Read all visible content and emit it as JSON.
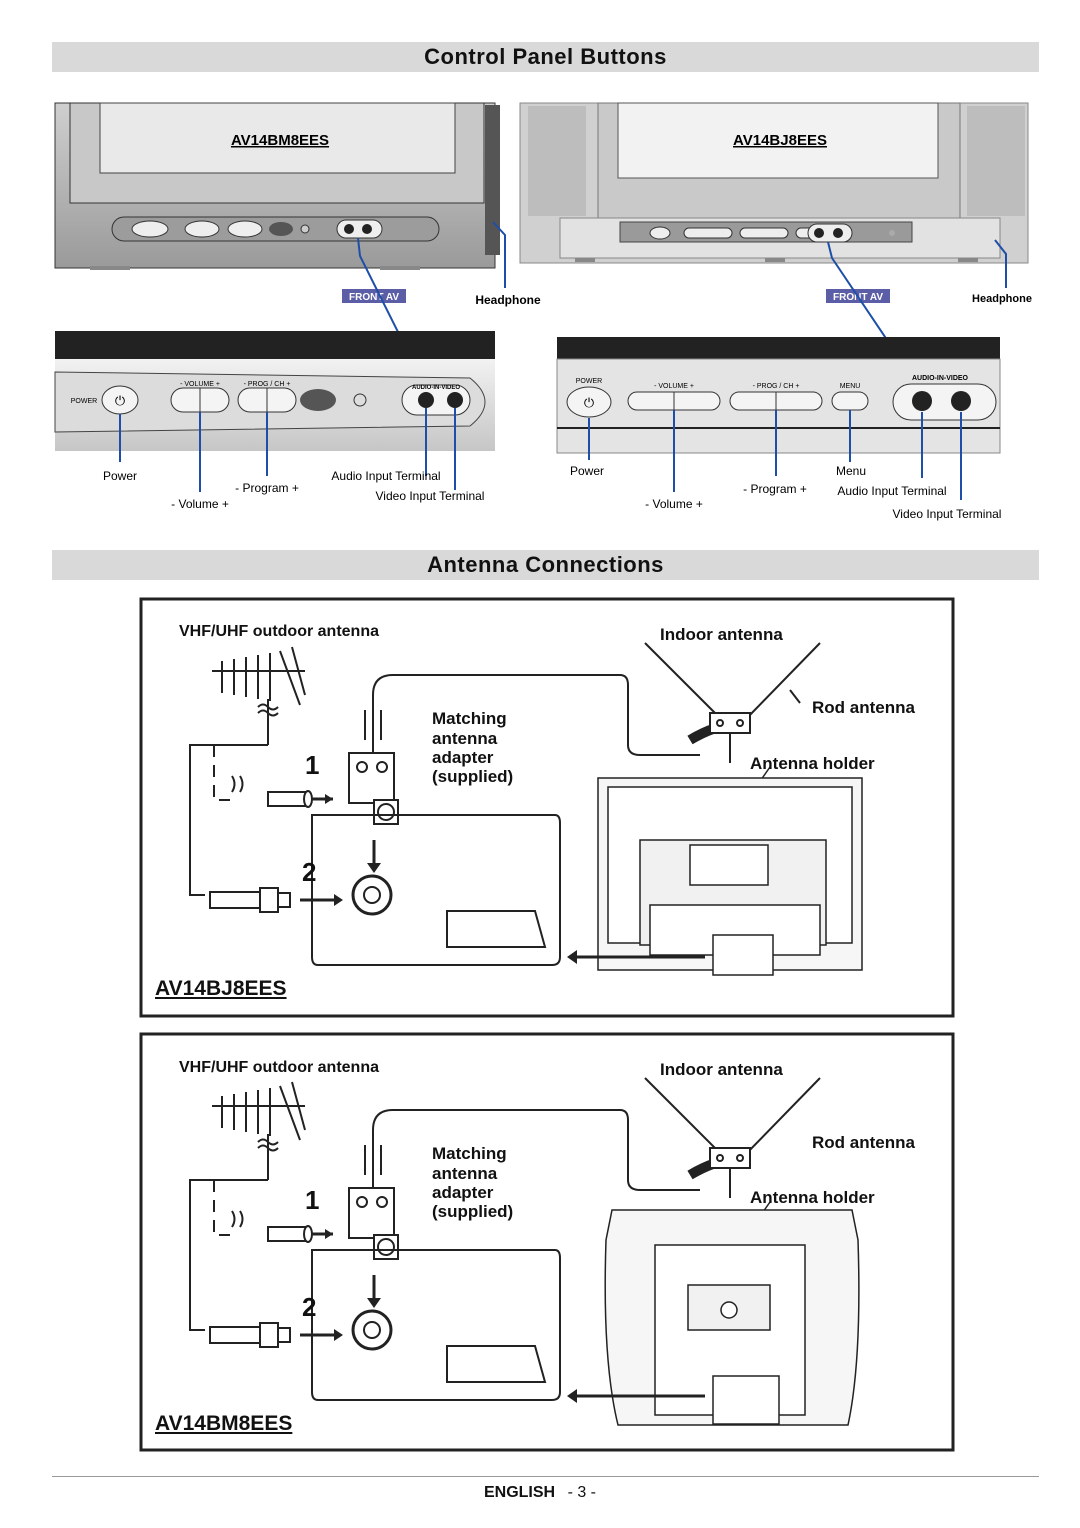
{
  "sections": {
    "control_title": "Control Panel Buttons",
    "antenna_title": "Antenna Connections"
  },
  "left_panel": {
    "model": "AV14BM8EES",
    "front_av": "FRONT AV",
    "headphone": "Headphone",
    "strip_power": "POWER",
    "strip_volume": "-  VOLUME  +",
    "strip_prog": "-  PROG / CH  +",
    "strip_av": "AUDIO-IN-VIDEO",
    "power": "Power",
    "program": "- Program +",
    "volume": "- Volume +",
    "audio_input": "Audio Input Terminal",
    "video_input": "Video Input Terminal"
  },
  "right_panel": {
    "model": "AV14BJ8EES",
    "front_av": "FRONT AV",
    "headphone": "Headphone",
    "strip_power": "POWER",
    "strip_volume": "-  VOLUME  +",
    "strip_prog": "-  PROG / CH  +",
    "strip_menu": "MENU",
    "strip_av": "AUDIO-IN-VIDEO",
    "power": "Power",
    "menu": "Menu",
    "program": "- Program +",
    "volume": "- Volume +",
    "audio_input": "Audio Input Terminal",
    "video_input": "Video Input Terminal"
  },
  "antenna_top": {
    "outdoor": "VHF/UHF outdoor antenna",
    "indoor": "Indoor antenna",
    "rod": "Rod antenna",
    "matching": [
      "Matching",
      "antenna",
      "adapter",
      "(supplied)"
    ],
    "holder": "Antenna holder",
    "step1": "1",
    "step2": "2",
    "model": "AV14BJ8EES"
  },
  "antenna_bottom": {
    "outdoor": "VHF/UHF outdoor antenna",
    "indoor": "Indoor antenna",
    "rod": "Rod antenna",
    "matching": [
      "Matching",
      "antenna",
      "adapter",
      "(supplied)"
    ],
    "holder": "Antenna holder",
    "step1": "1",
    "step2": "2",
    "model": "AV14BM8EES"
  },
  "footer": {
    "language": "ENGLISH",
    "page": "- 3 -"
  },
  "colors": {
    "band": "#d9d9d9",
    "leader": "#1e4fa8",
    "front_av_bg": "#5b5ea6",
    "tv_body": "#b8b8b8",
    "tv_panel": "#dcdcdc"
  }
}
